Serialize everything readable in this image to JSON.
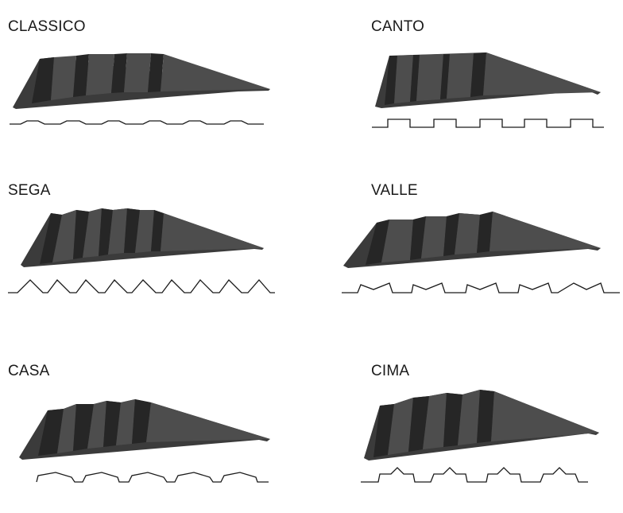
{
  "profiles": [
    {
      "name": "CLASSICO",
      "sheet_color": "#3b3b3b"
    },
    {
      "name": "CANTO",
      "sheet_color": "#3b3b3b"
    },
    {
      "name": "SEGA",
      "sheet_color": "#3b3b3b"
    },
    {
      "name": "VALLE",
      "sheet_color": "#3b3b3b"
    },
    {
      "name": "CASA",
      "sheet_color": "#3b3b3b"
    },
    {
      "name": "CIMA",
      "sheet_color": "#3b3b3b"
    }
  ]
}
